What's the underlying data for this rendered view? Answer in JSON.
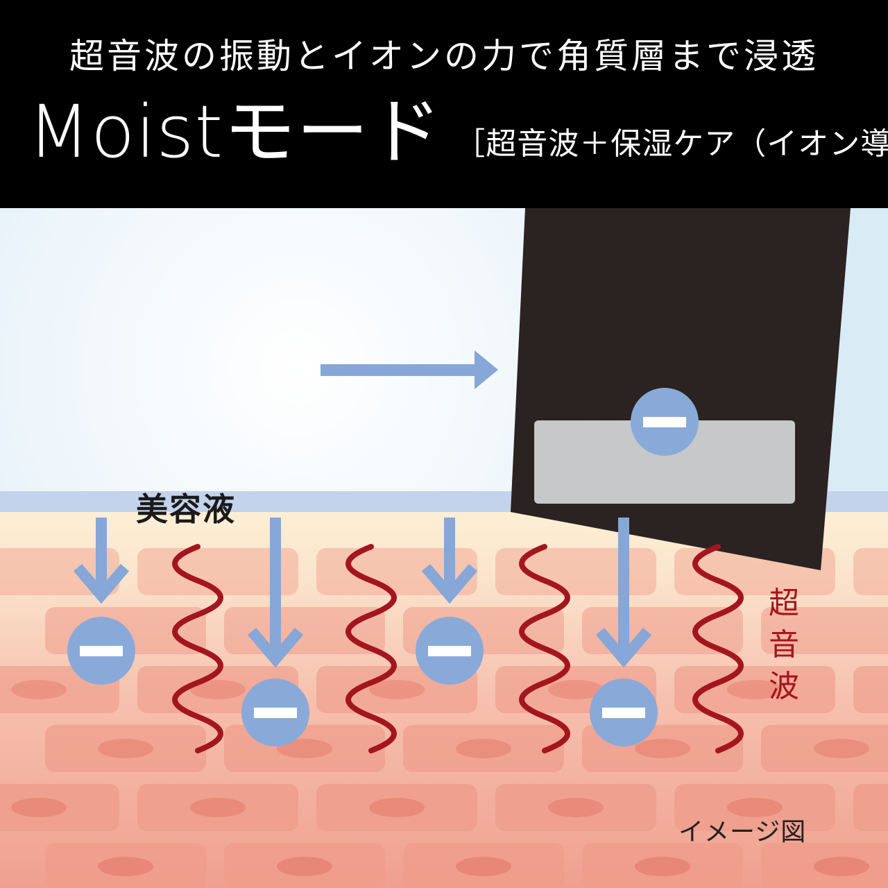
{
  "header": {
    "subtitle": "超音波の振動とイオンの力で角質層まで浸透",
    "mode_name": "Moistモード",
    "mode_detail": "［超音波＋保湿ケア（イオン導入）］"
  },
  "diagram": {
    "serum_label": "美容液",
    "ultrasonic_label": "超音波",
    "image_note": "イメージ図",
    "ion_sign": "−"
  },
  "colors": {
    "header_bg": "#000000",
    "arrow_blue": "#86a7d7",
    "ion_blue": "#89aad9",
    "wave_red": "#a3161e",
    "device_dark": "#2b2321",
    "device_gray": "#c7c8c9",
    "serum_layer": "#c3d3ec",
    "skin_cell": "#f0a595"
  }
}
